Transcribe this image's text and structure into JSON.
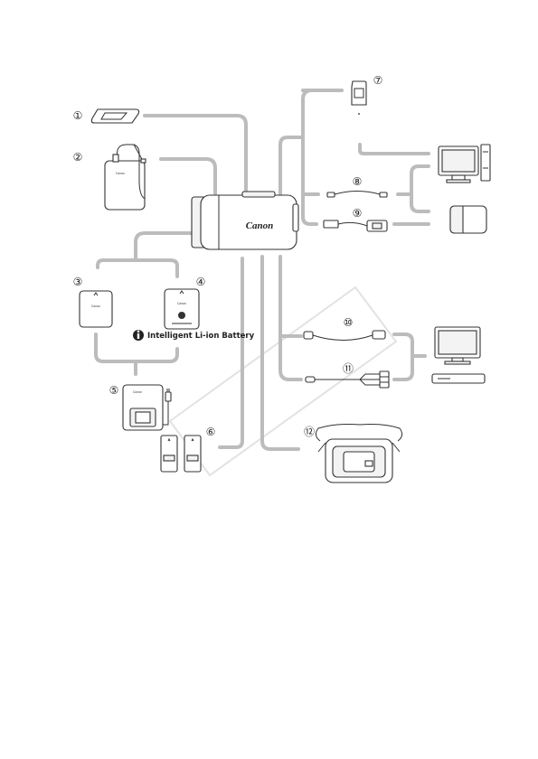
{
  "camera": {
    "brand": "Canon"
  },
  "accessories": [
    {
      "marker": "①"
    },
    {
      "marker": "②",
      "brand": "Canon"
    },
    {
      "marker": "③",
      "brand": "Canon"
    },
    {
      "marker": "④",
      "brand": "Canon"
    },
    {
      "marker": "⑤",
      "brand": "Canon"
    },
    {
      "marker": "⑥"
    },
    {
      "marker": "⑦"
    },
    {
      "marker": "⑧"
    },
    {
      "marker": "⑨"
    },
    {
      "marker": "⑩"
    },
    {
      "marker": "⑪"
    },
    {
      "marker": "⑫"
    }
  ],
  "battery_badge": {
    "icon": "info-circle-icon",
    "text": "Intelligent Li-ion Battery"
  },
  "colors": {
    "connector": "#bcbcbc",
    "outline": "#333333",
    "watermark": "#e2e2e2"
  }
}
